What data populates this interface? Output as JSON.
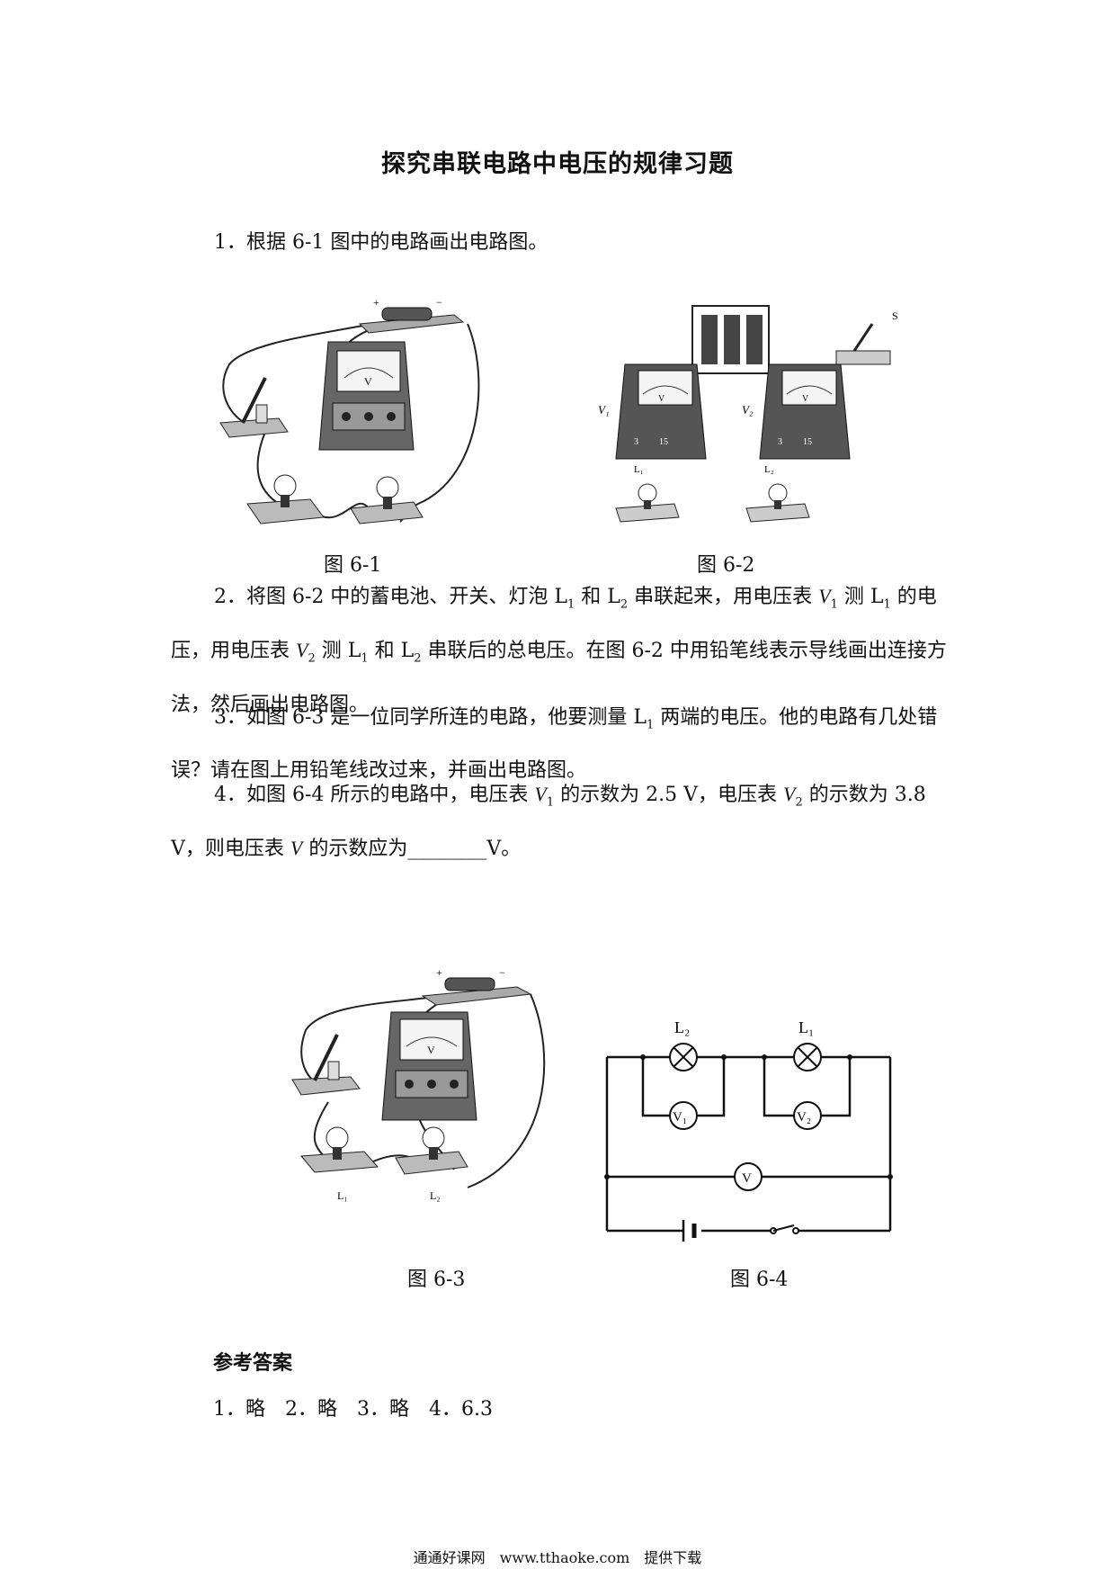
{
  "title": "探究串联电路中电压的规律习题",
  "questions": [
    {
      "id": 1,
      "text": "1．根据 6-1 图中的电路画出电路图。"
    },
    {
      "id": 2,
      "parts": [
        "2．将图 6-2 中的蓄电池、开关、灯泡 L",
        "1",
        " 和 L",
        "2",
        " 串联起来，用电压表 ",
        "V",
        "1",
        " 测 L",
        "1",
        " 的电压，用电压表 ",
        "V",
        "2",
        " 测 L",
        "1",
        " 和 L",
        "2",
        " 串联后的总电压。在图 6-2 中用铅笔线表示导线画出连接方法，然后画出电路图。"
      ]
    },
    {
      "id": 3,
      "parts": [
        "3．如图 6-3 是一位同学所连的电路，他要测量 L",
        "1",
        " 两端的电压。他的电路有几处错误？请在图上用铅笔线改过来，并画出电路图。"
      ]
    },
    {
      "id": 4,
      "parts": [
        "4．如图 6-4 所示的电路中，电压表 ",
        "V",
        "1",
        " 的示数为 2.5 V，电压表 ",
        "V",
        "2",
        " 的示数为 3.8 V，则电压表 ",
        "V",
        " 的示数应为________V。"
      ]
    }
  ],
  "figures": {
    "fig1": {
      "caption": "图 6-1"
    },
    "fig2": {
      "caption": "图 6-2",
      "labels": {
        "s": "S",
        "v1": "V₁",
        "v2": "V₂",
        "l1": "L₁",
        "l2": "L₂",
        "scale_a": "3",
        "scale_b": "15"
      }
    },
    "fig3": {
      "caption": "图 6-3",
      "labels": {
        "l1": "L₁",
        "l2": "L₂"
      }
    },
    "fig4": {
      "caption": "图 6-4",
      "labels": {
        "l2": "L₂",
        "l1": "L₁",
        "v1": "V₁",
        "v2": "V₂",
        "v": "V"
      }
    }
  },
  "meter_label": "V",
  "answers": {
    "heading": "参考答案",
    "text": "1．略　2．略　3．略　4．6.3"
  },
  "footer": "通通好课网　www.tthaoke.com　提供下载"
}
